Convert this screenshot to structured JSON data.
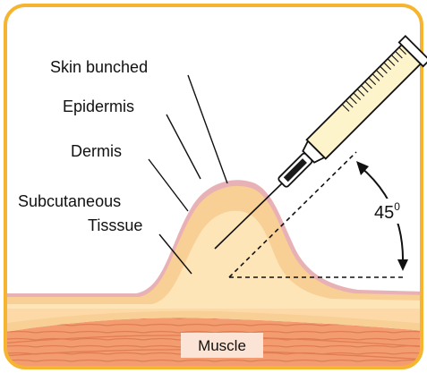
{
  "labels": {
    "skin_bunched": "Skin bunched",
    "epidermis": "Epidermis",
    "dermis": "Dermis",
    "subcutaneous": "Subcutaneous",
    "tissue": "Tisssue",
    "muscle": "Muscle"
  },
  "angle": {
    "value": "45",
    "unit": "0"
  },
  "colors": {
    "border": "#f5b531",
    "epidermis": "#e8b1b6",
    "dermis": "#f8cf95",
    "subcutaneous": "#fde5b8",
    "muscle": "#f39c70",
    "syringe_barrel": "#fdf4cc",
    "needle_hub": "#1a1a1a"
  }
}
